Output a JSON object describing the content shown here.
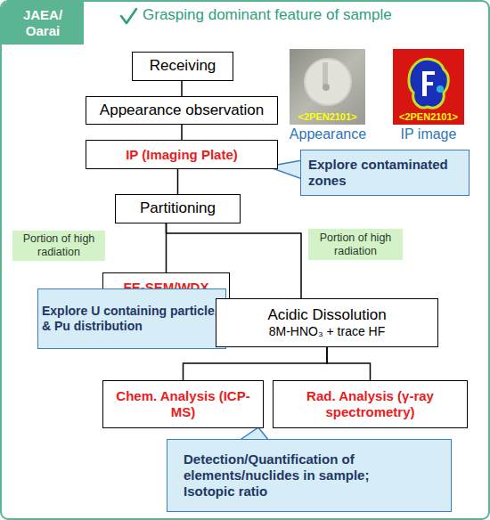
{
  "diagram": {
    "title": "Grasping dominant feature of sample",
    "nodes": [
      {
        "text": [
          "JAEA/ Oarai"
        ]
      },
      {
        "text": [
          "Receiving"
        ]
      },
      {
        "text": [
          "Appearance observation"
        ]
      },
      {
        "text": [
          "IP (Imaging Plate)"
        ]
      },
      {
        "text": [
          "Explore contaminated zones"
        ]
      },
      {
        "text": [
          "Partitioning"
        ]
      },
      {
        "text": [
          "FE-SEM/WDX"
        ]
      },
      {
        "text": [
          "Explore U containing particle, & Pu distribution"
        ]
      },
      {
        "text": [
          "Acidic Dissolution",
          "8M-HNO₃ + trace HF"
        ]
      },
      {
        "text": [
          "Chem. Analysis (ICP-MS)"
        ]
      },
      {
        "text": [
          "Rad. Analysis (γ-ray spectrometry)"
        ]
      },
      {
        "text": [
          "Detection/Quantification of elements/nuclides in sample; Isotopic ratio"
        ]
      }
    ],
    "edges": [
      {
        "from": 1,
        "to": 2,
        "arrow": "none"
      },
      {
        "from": 2,
        "to": 3,
        "arrow": "none"
      },
      {
        "from": 3,
        "to": 5,
        "arrow": "none"
      },
      {
        "from": 5,
        "to": 6,
        "label": "Portion of high radiation",
        "arrow": "none"
      },
      {
        "from": 5,
        "to": 8,
        "label": "Portion of high radiation",
        "arrow": "none"
      },
      {
        "from": 8,
        "to": 9,
        "arrow": "none"
      },
      {
        "from": 8,
        "to": 10,
        "arrow": "none"
      }
    ],
    "labels": [
      "<2PEN2101>",
      "Appearance",
      "<2PEN2101>",
      "IP image"
    ]
  }
}
